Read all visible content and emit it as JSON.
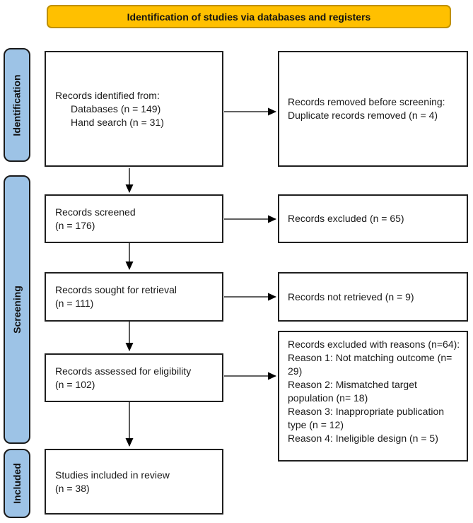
{
  "banner": {
    "label": "Identification of studies via databases and registers"
  },
  "stages": [
    {
      "label": "Identification"
    },
    {
      "label": "Screening"
    },
    {
      "label": "Included"
    }
  ],
  "boxes": {
    "records_identified": {
      "title": "Records identified from:",
      "items": [
        "Databases (n = 149)",
        "Hand search (n = 31)"
      ]
    },
    "records_removed": {
      "lines": [
        "Records removed before screening:",
        "Duplicate records removed (n = 4)"
      ]
    },
    "records_screened": {
      "lines": [
        "Records screened",
        "(n = 176)"
      ]
    },
    "records_excluded": {
      "lines": [
        "Records excluded (n = 65)"
      ]
    },
    "records_sought": {
      "lines": [
        "Records sought for retrieval",
        "(n = 111)"
      ]
    },
    "records_not_retrieved": {
      "lines": [
        "Records not retrieved (n = 9)"
      ]
    },
    "records_assessed": {
      "lines": [
        "Records assessed for eligibility",
        "(n = 102)"
      ]
    },
    "records_excluded_reasons": {
      "lines": [
        "Records excluded with reasons (n=64):",
        "Reason 1: Not matching outcome (n= 29)",
        "Reason 2: Mismatched target population (n= 18)",
        "Reason 3: Inappropriate publication type (n = 12)",
        "Reason 4: Ineligible design (n = 5)"
      ]
    },
    "studies_included": {
      "lines": [
        "Studies included in review",
        "(n = 38)"
      ]
    }
  },
  "colors": {
    "banner_fill": "#FFC000",
    "banner_border": "#BF9000",
    "stage_fill": "#9DC3E6",
    "box_border": "#1F1F1F",
    "arrow": "#000000"
  }
}
